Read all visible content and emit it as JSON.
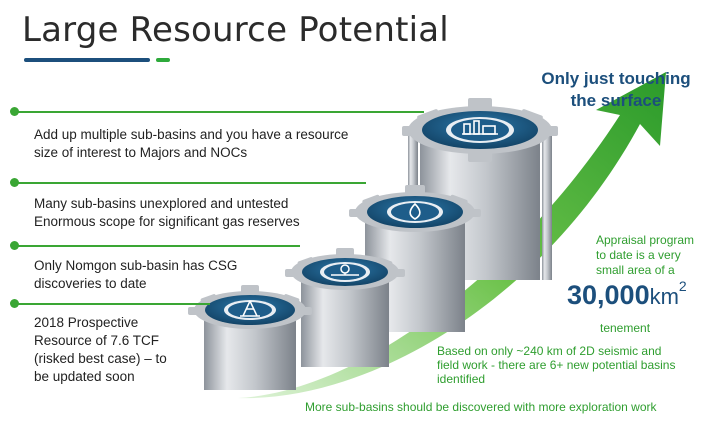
{
  "slide": {
    "title": "Large Resource Potential",
    "headline_line1": "Only just touching",
    "headline_line2": "the surface"
  },
  "bullets": [
    {
      "line1": "Add up multiple sub-basins and you have a resource",
      "line2": "size of interest to Majors and NOCs",
      "line3": "",
      "line4": ""
    },
    {
      "line1": "Many sub-basins unexplored and untested",
      "line2": "Enormous scope for significant gas reserves",
      "line3": "",
      "line4": ""
    },
    {
      "line1": "Only Nomgon sub-basin has CSG",
      "line2": "discoveries to date",
      "line3": "",
      "line4": ""
    },
    {
      "line1": "2018 Prospective",
      "line2": "Resource of 7.6 TCF",
      "line3": "(risked best case) – to",
      "line4": "be updated soon"
    }
  ],
  "callouts": {
    "appraisal_line1": "Appraisal program",
    "appraisal_line2": "to date is a very",
    "appraisal_line3": "small area of a",
    "area_value": "30,000",
    "area_unit": "km",
    "area_sup": "2",
    "tenement": "tenement",
    "based_line1": "Based on only ~240 km of 2D seismic and",
    "based_line2": "field work - there are 6+ new potential basins",
    "based_line3": "identified",
    "more": "More sub-basins should be discovered with more exploration work"
  },
  "colors": {
    "accent_blue": "#1c4f7c",
    "accent_green": "#2eaa3b",
    "text_green": "#2f9e2f",
    "gear_face": "#1e5d8a",
    "gear_body": "#c9ccd1"
  },
  "icons": [
    "drilling-rig-icon",
    "pipeline-valve-icon",
    "gas-flame-icon",
    "gas-plant-icon"
  ]
}
